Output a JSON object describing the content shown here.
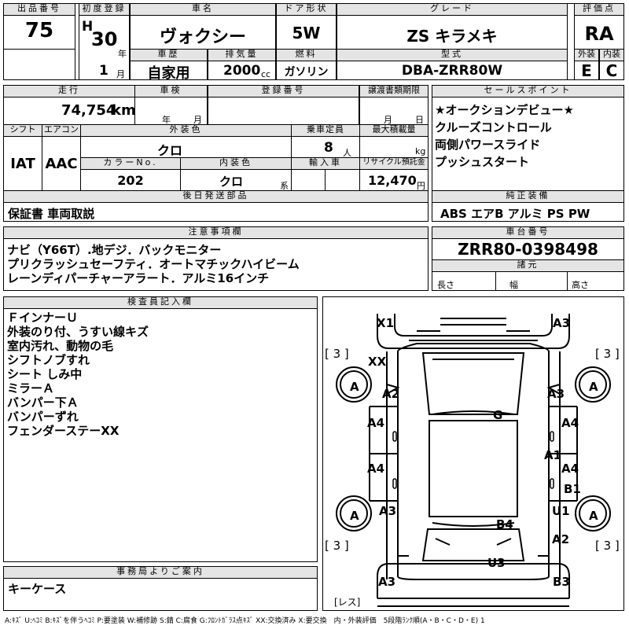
{
  "header": {
    "lot_no_label": "出品番号",
    "lot_no": "75",
    "first_reg_label": "初度登録",
    "era": "H",
    "year": "30",
    "year_unit": "年",
    "month": "1",
    "month_unit": "月",
    "car_name_label": "車名",
    "car_name": "ヴォクシー",
    "door_label": "ドア形状",
    "door": "5W",
    "grade_label": "グレード",
    "grade": "ZS キラメキ",
    "score_label": "評価点",
    "score": "RA",
    "history_label": "車歴",
    "history": "自家用",
    "displacement_label": "排気量",
    "displacement": "2000",
    "displacement_unit": "cc",
    "fuel_label": "燃料",
    "fuel": "ガソリン",
    "model_label": "型式",
    "model": "DBA-ZRR80W",
    "exterior_label": "外装",
    "exterior": "E",
    "interior_label": "内装",
    "interior": "C"
  },
  "row2": {
    "mileage_label": "走行",
    "mileage": "74,754",
    "mileage_unit": "km",
    "inspection_label": "車検",
    "inspection_year_unit": "年",
    "inspection_month_unit": "月",
    "reg_no_label": "登録番号",
    "transfer_label": "譲渡書類期限",
    "transfer_month_unit": "月",
    "transfer_day_unit": "日",
    "shift_label": "シフト",
    "shift": "IAT",
    "ac_label": "エアコン",
    "ac": "AAC",
    "ext_color_label": "外装色",
    "ext_color": "クロ",
    "capacity_label": "乗車定員",
    "capacity": "8",
    "capacity_unit": "人",
    "max_load_label": "最大積載量",
    "max_load_unit": "kg",
    "color_no_label": "カラーNo.",
    "color_no": "202",
    "int_color_label": "内装色",
    "int_color": "クロ",
    "int_color_unit": "系",
    "import_label": "輸入車",
    "recycle_label": "リサイクル預託金",
    "recycle": "12,470",
    "recycle_unit": "円",
    "later_label": "後日発送部品",
    "later": "保証書 車両取説"
  },
  "sales": {
    "label": "セールスポイント",
    "items": [
      "★オークションデビュー★",
      "クルーズコントロール",
      "両側パワースライド",
      "プッシュスタート"
    ]
  },
  "equipment": {
    "label": "純正装備",
    "items": "ABS エアB アルミ PS PW"
  },
  "notes": {
    "label": "注意事項欄",
    "lines": [
      "ナビ（Y66T）.地デジ．バックモニター",
      "プリクラッシュセーフティ．オートマチックハイビーム",
      "レーンディパーチャーアラート．アルミ16インチ"
    ]
  },
  "chassis": {
    "label": "車台番号",
    "value": "ZRR80-0398498",
    "dims_label": "諸元",
    "length": "長さ",
    "width": "幅",
    "height": "高さ"
  },
  "inspector": {
    "label": "検査員記入欄",
    "lines": [
      "ＦインナーＵ",
      "外装のり付、うすい線キズ",
      "室内汚れ、動物の毛",
      "シフトノブすれ",
      "シート しみ中",
      "ミラーＡ",
      "バンパー下Ａ",
      "バンパーずれ",
      "フェンダーステーXX"
    ]
  },
  "office": {
    "label": "事務局よりご案内",
    "text": "キーケース"
  },
  "diagram": {
    "labels": {
      "x1": "X1",
      "a3_tr": "A3",
      "xx": "XX",
      "a2_l": "A2",
      "a3_r": "A3",
      "g": "G",
      "a4_fl": "A4",
      "a4_fr": "A4",
      "a1": "A1",
      "a4_rl": "A4",
      "a4_rr": "A4",
      "b1": "B1",
      "a3_l": "A3",
      "u1": "U1",
      "b4": "B4",
      "a2_r": "A2",
      "u3": "U3",
      "a3_bl": "A3",
      "b3": "B3",
      "tire_fl": "A",
      "tire_fr": "A",
      "tire_rl": "A",
      "tire_rr": "A",
      "tread_tl": "[ 3 ]",
      "tread_tr": "[ 3 ]",
      "tread_bl": "[ 3 ]",
      "tread_br": "[ 3 ]",
      "les": "[レス]"
    }
  },
  "legend": "A:ｷｽﾞ U:ﾍｺﾐ B:ｷｽﾞを伴うﾍｺﾐ P:要塗装 W:補修跡 S:錆 C:腐食 G:ﾌﾛﾝﾄｶﾞﾗｽ点ｷｽﾞ XX:交換済み X:要交換　内・外装評価　5段階ﾗﾝｸ順(A・B・C・D・E) 1"
}
